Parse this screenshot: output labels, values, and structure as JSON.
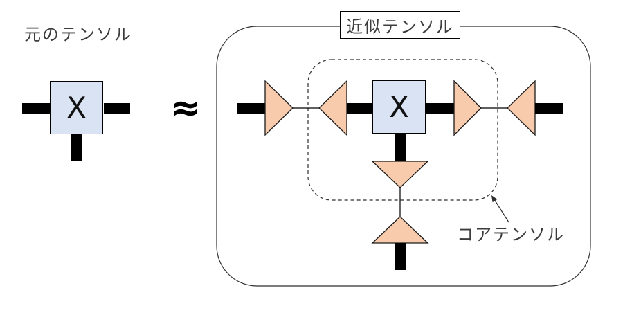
{
  "diagram": {
    "original": {
      "title": "元のテンソル",
      "node_label": "X"
    },
    "approx_symbol": "≈",
    "approximation": {
      "title": "近似テンソル",
      "node_label": "X",
      "core_label": "コアテンソル"
    }
  },
  "colors": {
    "node_fill": "#dae3f3",
    "factor_fill": "#f8cbad",
    "edge_black": "#000000",
    "outline": "#2f2f2f",
    "text": "#3c3c3c"
  }
}
